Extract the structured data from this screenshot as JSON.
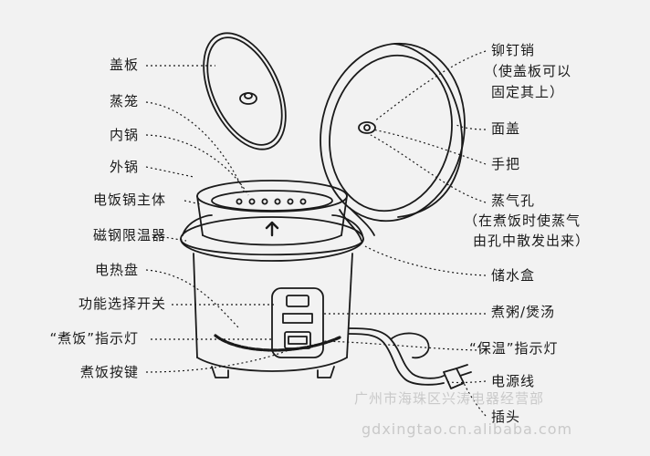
{
  "labels": {
    "left": {
      "gaiban": "盖板",
      "zhenglong": "蒸笼",
      "neiguo": "内锅",
      "waiguo": "外锅",
      "zhuti": "电饭锅主体",
      "xianwenqi": "磁钢限温器",
      "rerepan": "电热盘",
      "kaiguan": "功能选择开关",
      "zhufan_deng": "“煮饭”指示灯",
      "zhufan_anjian": "煮饭按键"
    },
    "right": {
      "maoding_1": "铆钉销",
      "maoding_2": "（使盖板可以",
      "maoding_3": "固定其上）",
      "miangai": "面盖",
      "shouba": "手把",
      "zhengqikong_1": "蒸气孔",
      "zhengqikong_2": "（在煮饭时使蒸气",
      "zhengqikong_3": "由孔中散发出来）",
      "chushuihe": "储水盒",
      "zhouzhou": "煮粥/煲汤",
      "baowen_deng": "“保温”指示灯",
      "dianyuanxian": "电源线",
      "chatou": "插头"
    }
  },
  "watermark": {
    "line1": "广州市海珠区兴涛电器经营部",
    "line2": "gdxingtao.cn.alibaba.com"
  },
  "colors": {
    "background": "#f2f2f2",
    "line": "#1a1a1a",
    "watermark": "#c9c9c9"
  }
}
